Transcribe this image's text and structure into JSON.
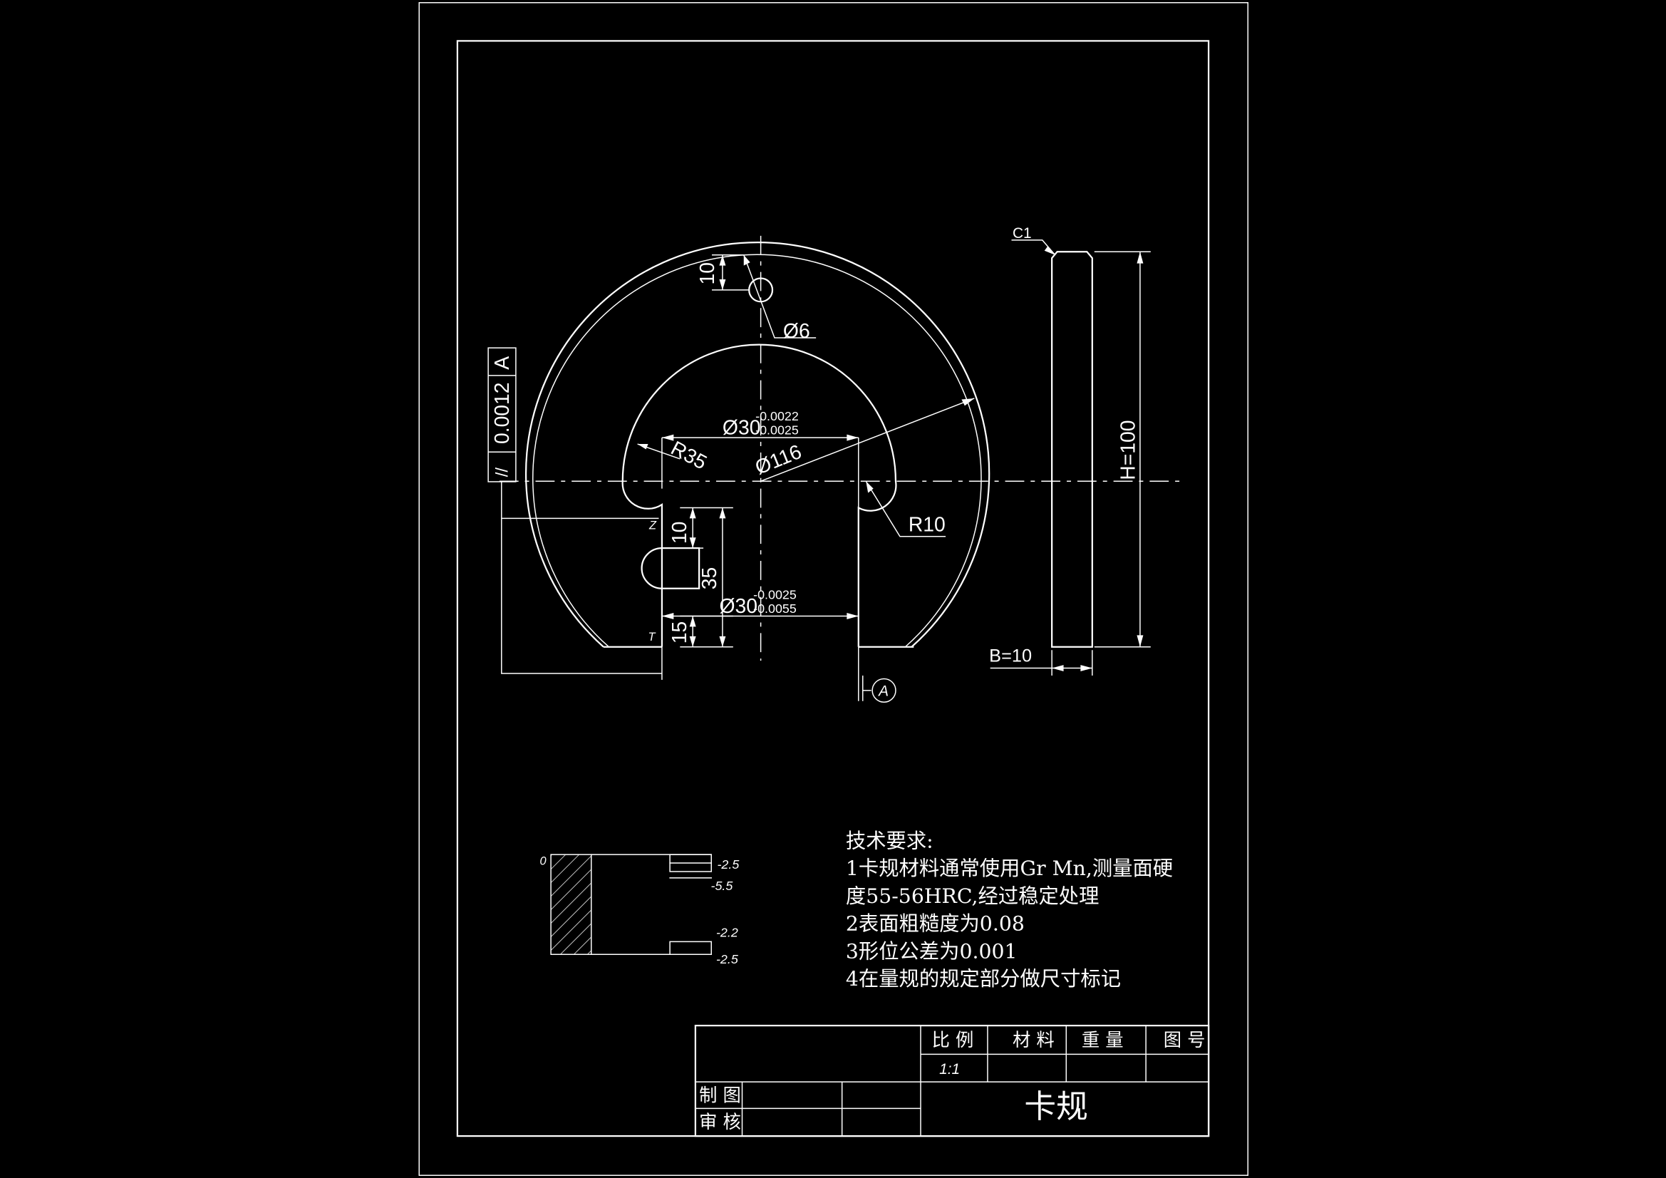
{
  "drawing": {
    "title": "卡规",
    "title_block": {
      "scale_label": "比 例",
      "material_label": "材 料",
      "weight_label": "重 量",
      "drawing_no_label": "图 号",
      "scale_value": "1:1",
      "drawn_label": "制 图",
      "checked_label": "审 核"
    },
    "tech_requirements": {
      "heading": "技术要求:",
      "lines": [
        "1卡规材料通常使用Gr Mn,测量面硬",
        "度55-56HRC,经过稳定处理",
        "2表面粗糙度为0.08",
        "3形位公差为0.001",
        "4在量规的规定部分做尺寸标记"
      ]
    },
    "dimensions": {
      "hole_dia": "Ø6",
      "hole_offset": "10",
      "outer_dia": "Ø116",
      "inner_radius": "R35",
      "corner_radius": "R10",
      "go_size": "Ø30",
      "go_upper": "-0.0022",
      "go_lower": "-0.0025",
      "nogo_size": "Ø30",
      "nogo_upper": "-0.0025",
      "nogo_lower": "-0.0055",
      "slot_width": "10",
      "slot_depth": "35",
      "bottom_gap": "15",
      "height": "H=100",
      "thickness": "B=10",
      "chamfer": "C1",
      "datum": "A",
      "tol_symbol": "//",
      "tol_value": "0.0012",
      "tol_datum": "A",
      "mark_z": "Z",
      "mark_t": "T"
    },
    "section_view": {
      "zero": "0",
      "v1": "-2.5",
      "v2": "-5.5",
      "v3": "-2.2",
      "v4": "-2.5"
    }
  }
}
